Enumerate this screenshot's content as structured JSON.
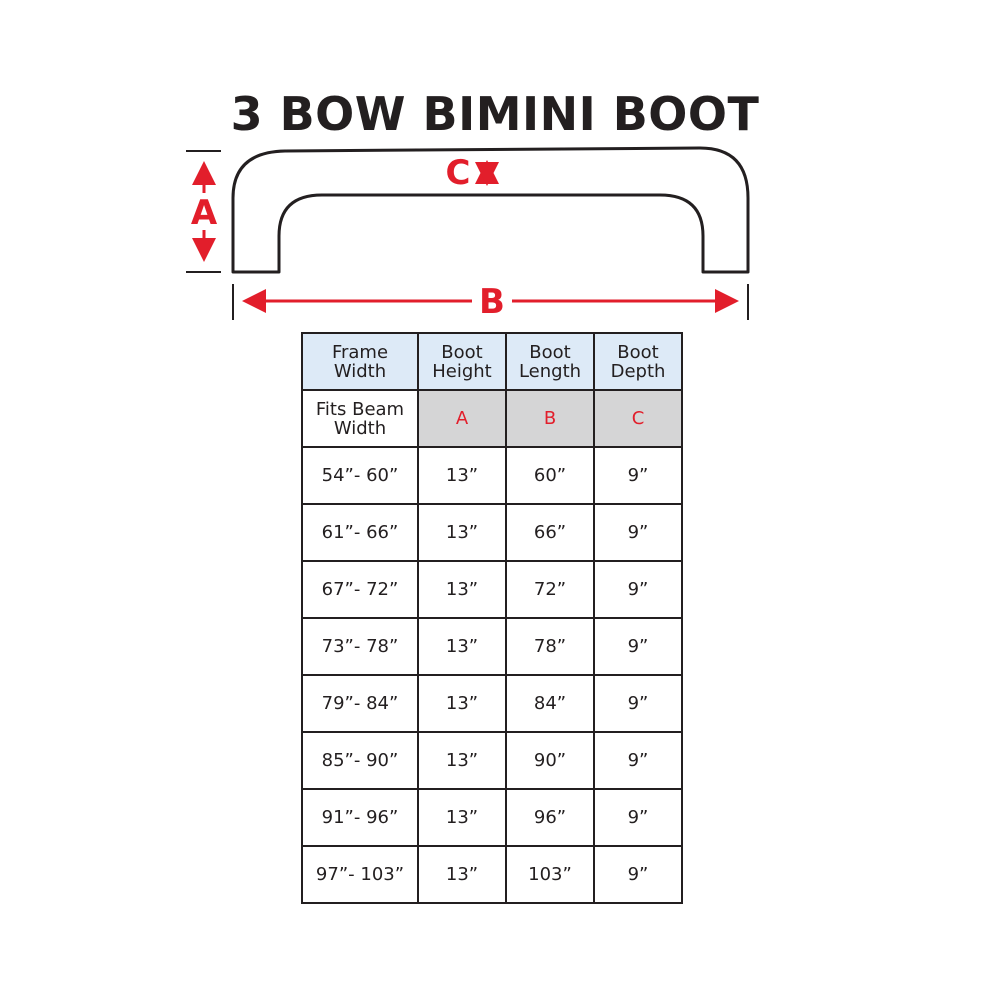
{
  "title": "3 BOW BIMINI BOOT",
  "diagram": {
    "label_a": "A",
    "label_b": "B",
    "label_c": "C",
    "arrow_color": "#e21e2b",
    "outline_color": "#231f20"
  },
  "table": {
    "header": [
      "Frame Width",
      "Boot Height",
      "Boot Length",
      "Boot Depth"
    ],
    "header_color": "#ddeaf7",
    "subheader": {
      "first": "Fits Beam Width",
      "letters": [
        "A",
        "B",
        "C"
      ],
      "fill_color": "#d5d5d6"
    },
    "rows": [
      [
        "54”- 60”",
        "13”",
        "60”",
        "9”"
      ],
      [
        "61”- 66”",
        "13”",
        "66”",
        "9”"
      ],
      [
        "67”- 72”",
        "13”",
        "72”",
        "9”"
      ],
      [
        "73”- 78”",
        "13”",
        "78”",
        "9”"
      ],
      [
        "79”- 84”",
        "13”",
        "84”",
        "9”"
      ],
      [
        "85”- 90”",
        "13”",
        "90”",
        "9”"
      ],
      [
        "91”- 96”",
        "13”",
        "96”",
        "9”"
      ],
      [
        "97”- 103”",
        "13”",
        "103”",
        "9”"
      ]
    ]
  }
}
